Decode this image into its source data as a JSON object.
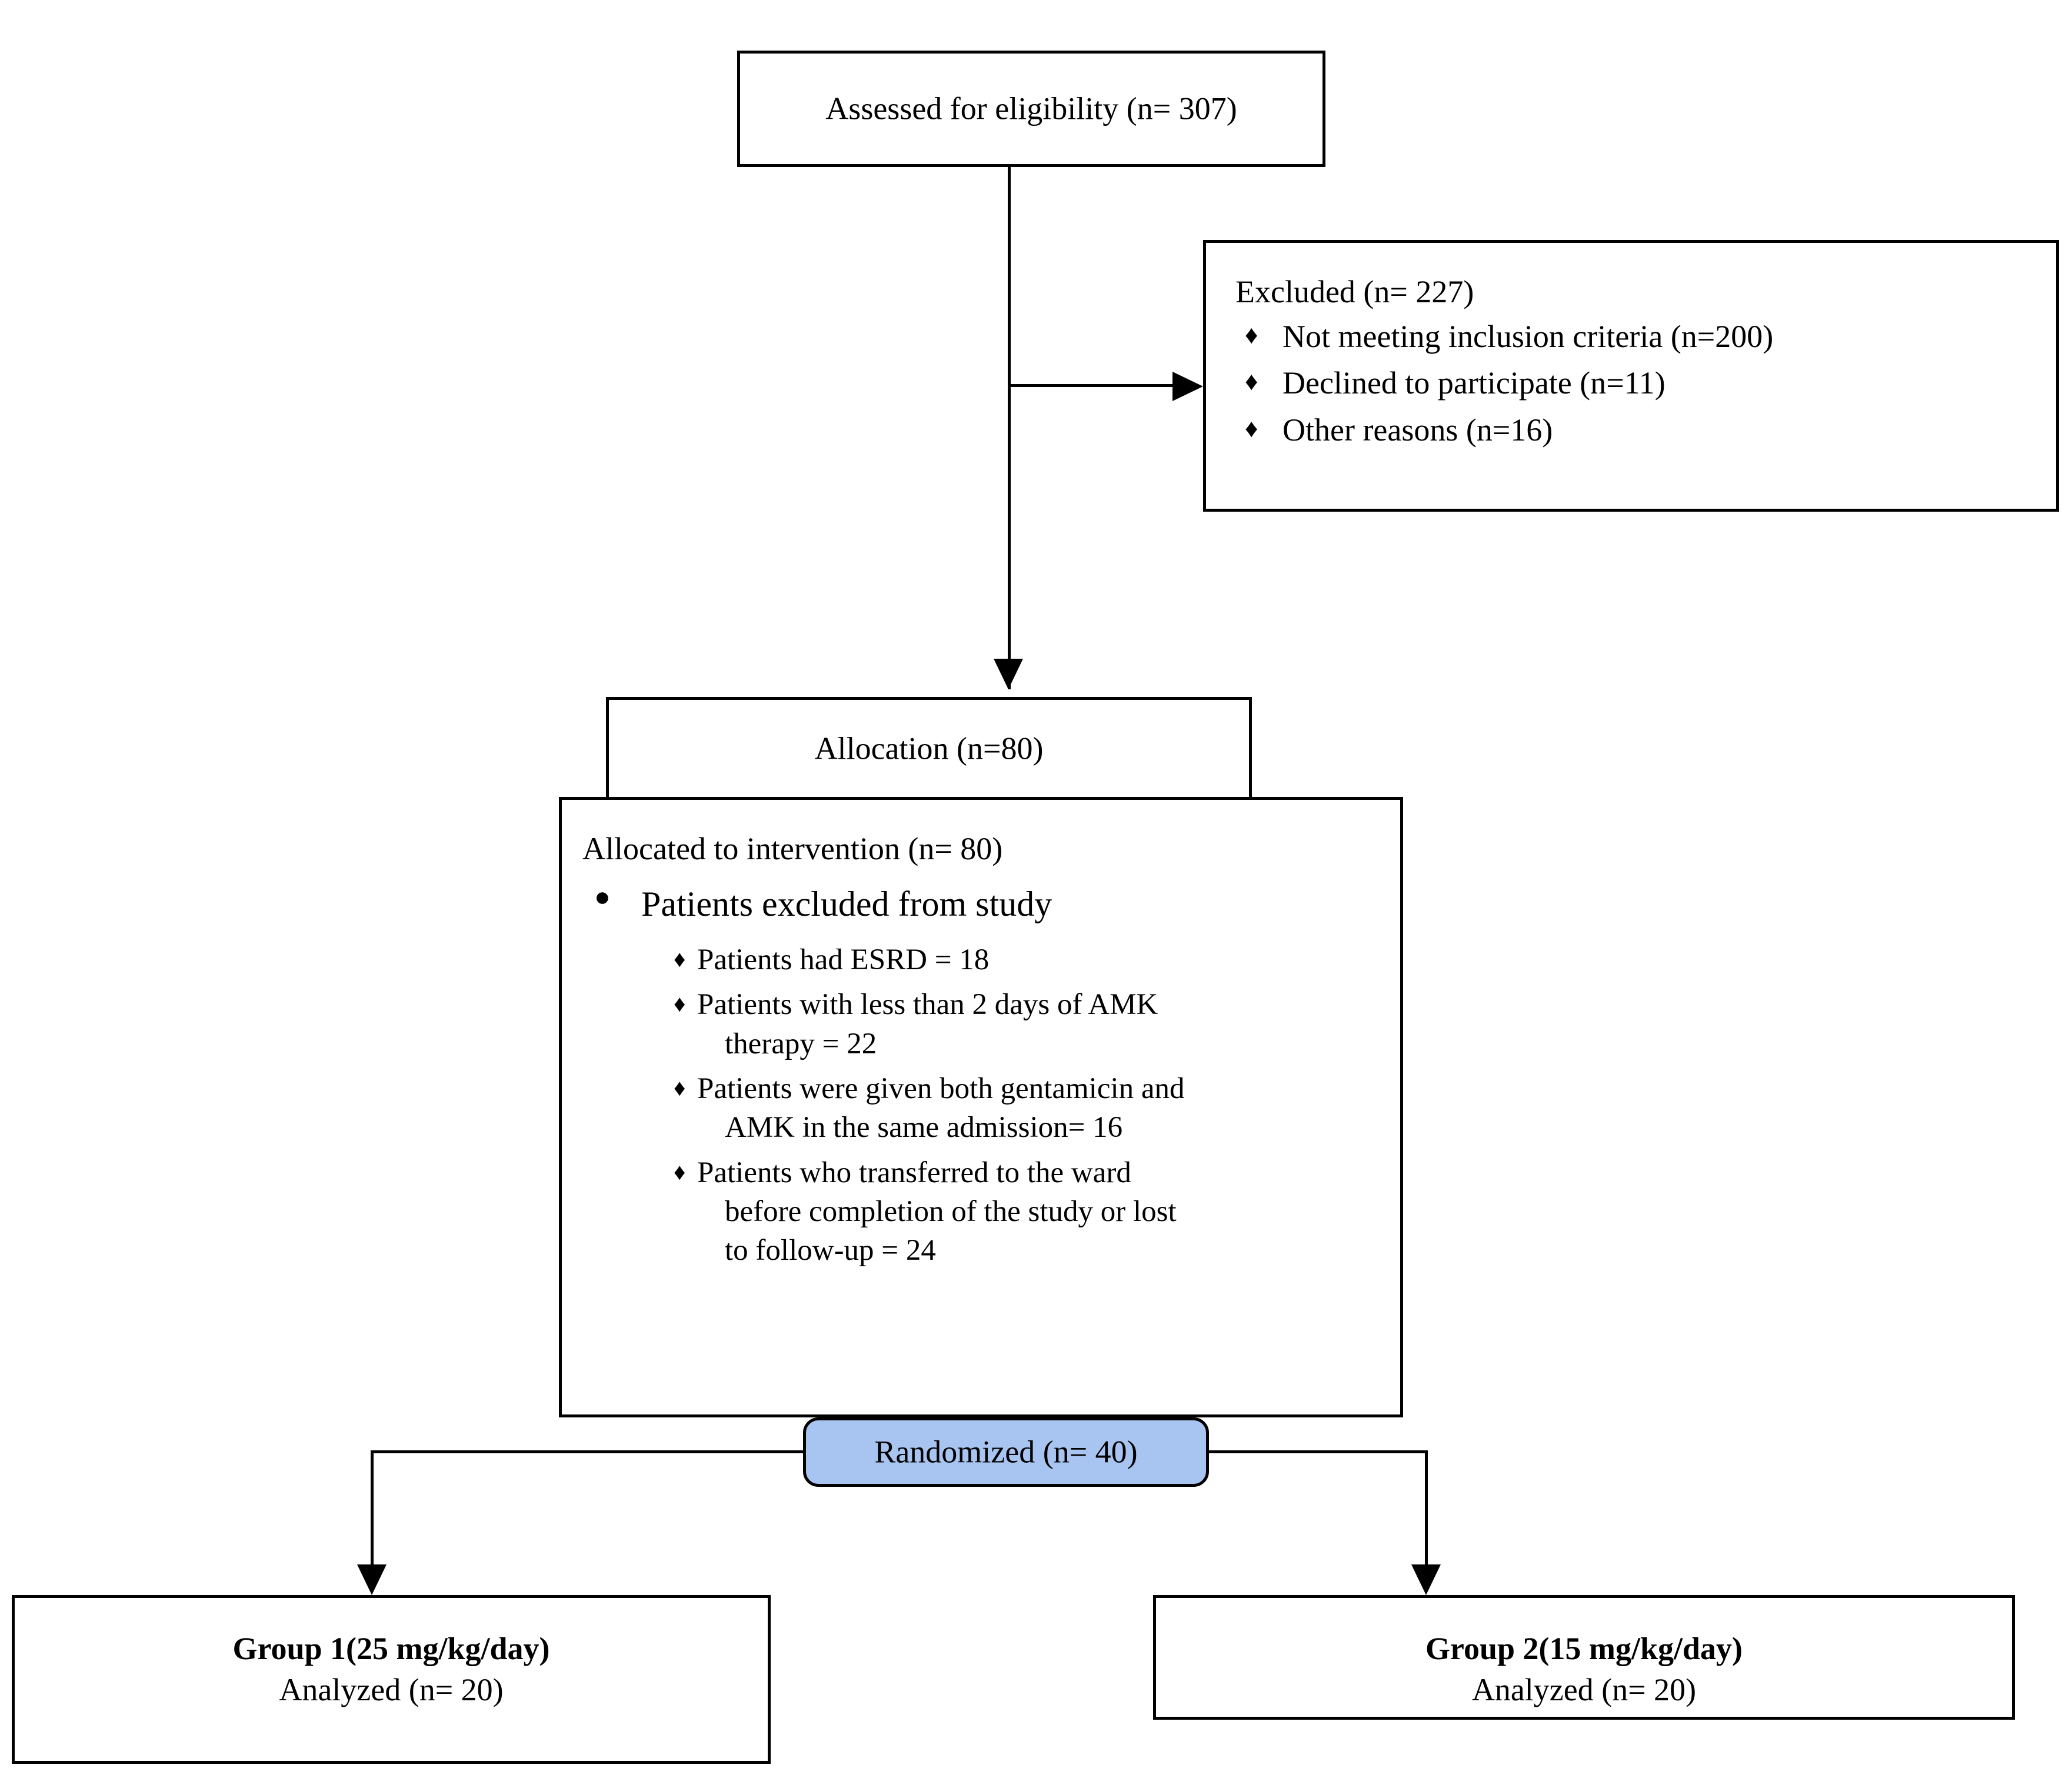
{
  "diagram": {
    "title": "CONSORT participant flow diagram",
    "accent_blue": "#a8c4f0",
    "line_color": "#000000"
  },
  "nodes": {
    "assessed": {
      "label": "Assessed for eligibility (n= 307)"
    },
    "excluded": {
      "heading": "Excluded (n= 227)",
      "bullet_glyph": "♦",
      "items": [
        "Not meeting inclusion criteria (n=200)",
        "Declined to participate (n=11)",
        "Other reasons (n=16)"
      ]
    },
    "allocation": {
      "label": "Allocation (n=80)"
    },
    "allocated": {
      "heading": "Allocated to intervention (n= 80)",
      "bullet_glyph": "●",
      "level1": "Patients excluded from study",
      "sub_bullet_glyph": "♦",
      "sub_items": [
        {
          "line1": "Patients had ESRD = 18",
          "line2": ""
        },
        {
          "line1": "Patients with less than 2 days of AMK",
          "line2": "therapy = 22"
        },
        {
          "line1": "Patients were given both gentamicin and",
          "line2": "AMK in the same admission= 16"
        },
        {
          "line1": "Patients who transferred to the ward",
          "line2": "before completion of the study or lost",
          "line3": "to follow-up = 24"
        }
      ]
    },
    "randomized": {
      "label": "Randomized (n= 40)"
    },
    "group1": {
      "title": "Group 1(25 mg/kg/day)",
      "subtitle": "Analyzed (n= 20)"
    },
    "group2": {
      "title": "Group 2(15 mg/kg/day)",
      "subtitle": "Analyzed (n= 20)"
    }
  }
}
